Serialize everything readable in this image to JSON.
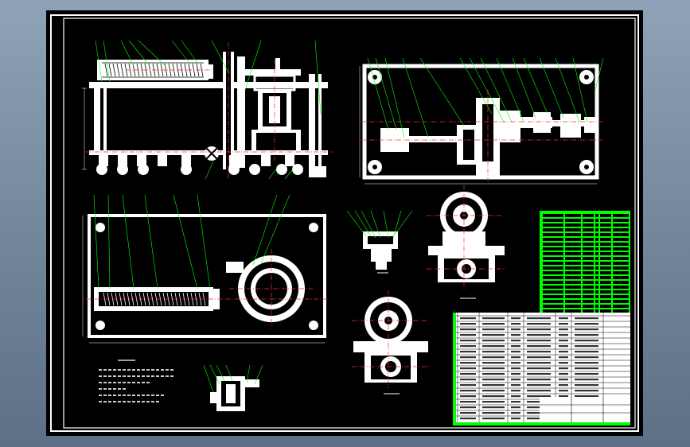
{
  "drawing": {
    "background_color": "#000000",
    "line_color": "#ffffff",
    "centerline_color": "#ff3030",
    "leader_color": "#00ff00",
    "table_color": "#00ff00"
  },
  "views": [
    {
      "id": "front-view"
    },
    {
      "id": "top-view"
    },
    {
      "id": "side-view"
    },
    {
      "id": "detail-view-1"
    },
    {
      "id": "detail-view-2"
    },
    {
      "id": "section-view-1"
    },
    {
      "id": "section-view-2"
    }
  ]
}
